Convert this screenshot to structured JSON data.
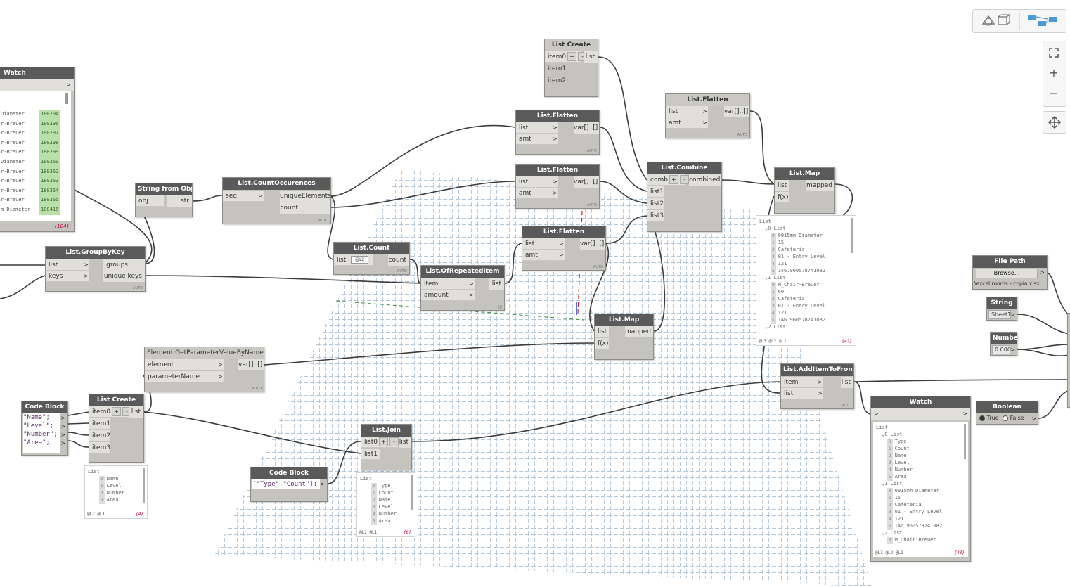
{
  "toolbar": {
    "geometry_view_icon": "cube-triangle-icon",
    "graph_view_icon": "node-graph-icon",
    "fit_icon": "fullscreen-icon",
    "zoom_in_label": "+",
    "zoom_out_label": "−",
    "pan_icon": "move-arrows-icon"
  },
  "nodes": {
    "watch_left": {
      "title": "Watch",
      "rows": [
        {
          "text": "Diameter",
          "val": "180294"
        },
        {
          "text": "r-Breuer",
          "val": "180296"
        },
        {
          "text": "r-Breuer",
          "val": "180297"
        },
        {
          "text": "r-Breuer",
          "val": "180298"
        },
        {
          "text": "r-Breuer",
          "val": "180299"
        },
        {
          "text": "Diameter",
          "val": "180360"
        },
        {
          "text": "r-Breuer",
          "val": "180362"
        },
        {
          "text": "r-Breuer",
          "val": "180363"
        },
        {
          "text": "r-Breuer",
          "val": "180364"
        },
        {
          "text": "r-Breuer",
          "val": "180365"
        },
        {
          "text": "m Diameter",
          "val": "180416"
        }
      ],
      "count": "{104}"
    },
    "string_from_object": {
      "title": "String from Object",
      "in": "obj",
      "out": "str"
    },
    "count_occurences": {
      "title": "List.CountOccurences",
      "in": "seq",
      "out1": "uniqueElements",
      "out2": "count",
      "lacing": "AUTO"
    },
    "group_by_key": {
      "title": "List.GroupByKey",
      "in1": "list",
      "in2": "keys",
      "out1": "groups",
      "out2": "unique keys",
      "lacing": "AUTO"
    },
    "list_count": {
      "title": "List.Count",
      "in": "list",
      "level": "@L2",
      "out": "count",
      "lacing": "AUTO"
    },
    "repeated_item": {
      "title": "List.OfRepeatedItem",
      "in1": "item",
      "in2": "amount",
      "out": "list",
      "lacing": "|||"
    },
    "list_create_top": {
      "title": "List Create",
      "in1": "item0",
      "in2": "item1",
      "in3": "item2",
      "out": "list"
    },
    "flatten1": {
      "title": "List.Flatten",
      "in1": "list",
      "in2": "amt",
      "out": "var[]..[]",
      "lacing": "AUTO"
    },
    "flatten2": {
      "title": "List.Flatten",
      "in1": "list",
      "in2": "amt",
      "out": "var[]..[]",
      "lacing": "AUTO"
    },
    "flatten3": {
      "title": "List.Flatten",
      "in1": "list",
      "in2": "amt",
      "out": "var[]..[]",
      "lacing": "AUTO"
    },
    "flatten4": {
      "title": "List.Flatten",
      "in1": "list",
      "in2": "amt",
      "out": "var[]..[]",
      "lacing": "AUTO"
    },
    "combine": {
      "title": "List.Combine",
      "in1": "comb",
      "in2": "list1",
      "in3": "list2",
      "in4": "list3",
      "out": "combined"
    },
    "map_top": {
      "title": "List.Map",
      "in1": "list",
      "in2": "f(x)",
      "out": "mapped"
    },
    "map_mid": {
      "title": "List.Map",
      "in1": "list",
      "in2": "f(x)",
      "out": "mapped"
    },
    "get_param": {
      "title": "Element.GetParameterValueByName",
      "in1": "element",
      "in2": "parameterName",
      "out": "var[]..[]",
      "lacing": "AUTO"
    },
    "code_block_left": {
      "title": "Code Block",
      "lines": [
        "\"Name\";",
        "\"Level\";",
        "\"Number\";",
        "\"Area\";"
      ]
    },
    "list_create_bottom": {
      "title": "List Create",
      "in1": "item0",
      "in2": "item1",
      "in3": "item2",
      "in4": "item3",
      "out": "list"
    },
    "code_block_bottom": {
      "title": "Code Block",
      "line": "[\"Type\",\"Count\"];"
    },
    "list_join": {
      "title": "List.Join",
      "in1": "list0",
      "in2": "list1",
      "out": "list"
    },
    "add_item_front": {
      "title": "List.AddItemToFront",
      "in1": "item",
      "in2": "list",
      "out": "list",
      "lacing": "AUTO"
    },
    "file_path": {
      "title": "File Path",
      "button": "Browse...",
      "value": "\\excel rooms - copia.xlsx"
    },
    "string_node": {
      "title": "String",
      "value": "Sheet1"
    },
    "number_node": {
      "title": "Number",
      "value": "0.000"
    },
    "boolean_node": {
      "title": "Boolean",
      "true_label": "True",
      "false_label": "False"
    },
    "watch_right": {
      "title": "Watch"
    }
  },
  "previews": {
    "map_top_preview": {
      "rows": [
        {
          "indent": 0,
          "text": "List"
        },
        {
          "indent": 1,
          "text": "⌄0 List"
        },
        {
          "indent": 2,
          "idx": "0",
          "text": "0915mm Diameter"
        },
        {
          "indent": 2,
          "idx": "1",
          "text": "15"
        },
        {
          "indent": 2,
          "idx": "2",
          "text": "Cafeteria"
        },
        {
          "indent": 2,
          "idx": "3",
          "text": "01 - Entry Level"
        },
        {
          "indent": 2,
          "idx": "4",
          "text": "121"
        },
        {
          "indent": 2,
          "idx": "5",
          "text": "146.960578741082"
        },
        {
          "indent": 1,
          "text": "⌄1 List"
        },
        {
          "indent": 2,
          "idx": "0",
          "text": "M_Chair-Breuer"
        },
        {
          "indent": 2,
          "idx": "1",
          "text": "60"
        },
        {
          "indent": 2,
          "idx": "2",
          "text": "Cafeteria"
        },
        {
          "indent": 2,
          "idx": "3",
          "text": "01 - Entry Level"
        },
        {
          "indent": 2,
          "idx": "4",
          "text": "121"
        },
        {
          "indent": 2,
          "idx": "5",
          "text": "146.960578741082"
        },
        {
          "indent": 1,
          "text": "⌄2 List"
        }
      ],
      "levels": "@L3 @L2 @L1",
      "count": "{42}"
    },
    "list_create_preview": {
      "rows": [
        {
          "indent": 0,
          "text": "List"
        },
        {
          "indent": 2,
          "idx": "0",
          "text": "Name"
        },
        {
          "indent": 2,
          "idx": "1",
          "text": "Level"
        },
        {
          "indent": 2,
          "idx": "2",
          "text": "Number"
        },
        {
          "indent": 2,
          "idx": "3",
          "text": "Area"
        }
      ],
      "levels": "@L2 @L1",
      "count": "{4}"
    },
    "list_join_preview": {
      "rows": [
        {
          "indent": 0,
          "text": "List"
        },
        {
          "indent": 2,
          "idx": "0",
          "text": "Type"
        },
        {
          "indent": 2,
          "idx": "1",
          "text": "Count"
        },
        {
          "indent": 2,
          "idx": "2",
          "text": "Name"
        },
        {
          "indent": 2,
          "idx": "3",
          "text": "Level"
        },
        {
          "indent": 2,
          "idx": "4",
          "text": "Number"
        },
        {
          "indent": 2,
          "idx": "5",
          "text": "Area"
        }
      ],
      "levels": "@L2 @L1",
      "count": "{6}"
    },
    "watch_right_preview": {
      "rows": [
        {
          "indent": 0,
          "text": "List"
        },
        {
          "indent": 1,
          "text": "⌄0 List"
        },
        {
          "indent": 2,
          "idx": "0",
          "text": "Type"
        },
        {
          "indent": 2,
          "idx": "1",
          "text": "Count"
        },
        {
          "indent": 2,
          "idx": "2",
          "text": "Name"
        },
        {
          "indent": 2,
          "idx": "3",
          "text": "Level"
        },
        {
          "indent": 2,
          "idx": "4",
          "text": "Number"
        },
        {
          "indent": 2,
          "idx": "5",
          "text": "Area"
        },
        {
          "indent": 1,
          "text": "⌄1 List"
        },
        {
          "indent": 2,
          "idx": "0",
          "text": "0915mm Diameter"
        },
        {
          "indent": 2,
          "idx": "1",
          "text": "15"
        },
        {
          "indent": 2,
          "idx": "2",
          "text": "Cafeteria"
        },
        {
          "indent": 2,
          "idx": "3",
          "text": "01 - Entry Level"
        },
        {
          "indent": 2,
          "idx": "4",
          "text": "121"
        },
        {
          "indent": 2,
          "idx": "5",
          "text": "146.960578741082"
        },
        {
          "indent": 1,
          "text": "⌄2 List"
        },
        {
          "indent": 2,
          "idx": "0",
          "text": "M_Chair-Breuer"
        }
      ],
      "levels": "@L3 @L2 @L1",
      "count": "{48}"
    }
  },
  "colors": {
    "wire": "#3c3c3c",
    "title_bar": "#5a5a5a",
    "node_body": "#c5c3bd",
    "grid": "#b8cde0"
  }
}
